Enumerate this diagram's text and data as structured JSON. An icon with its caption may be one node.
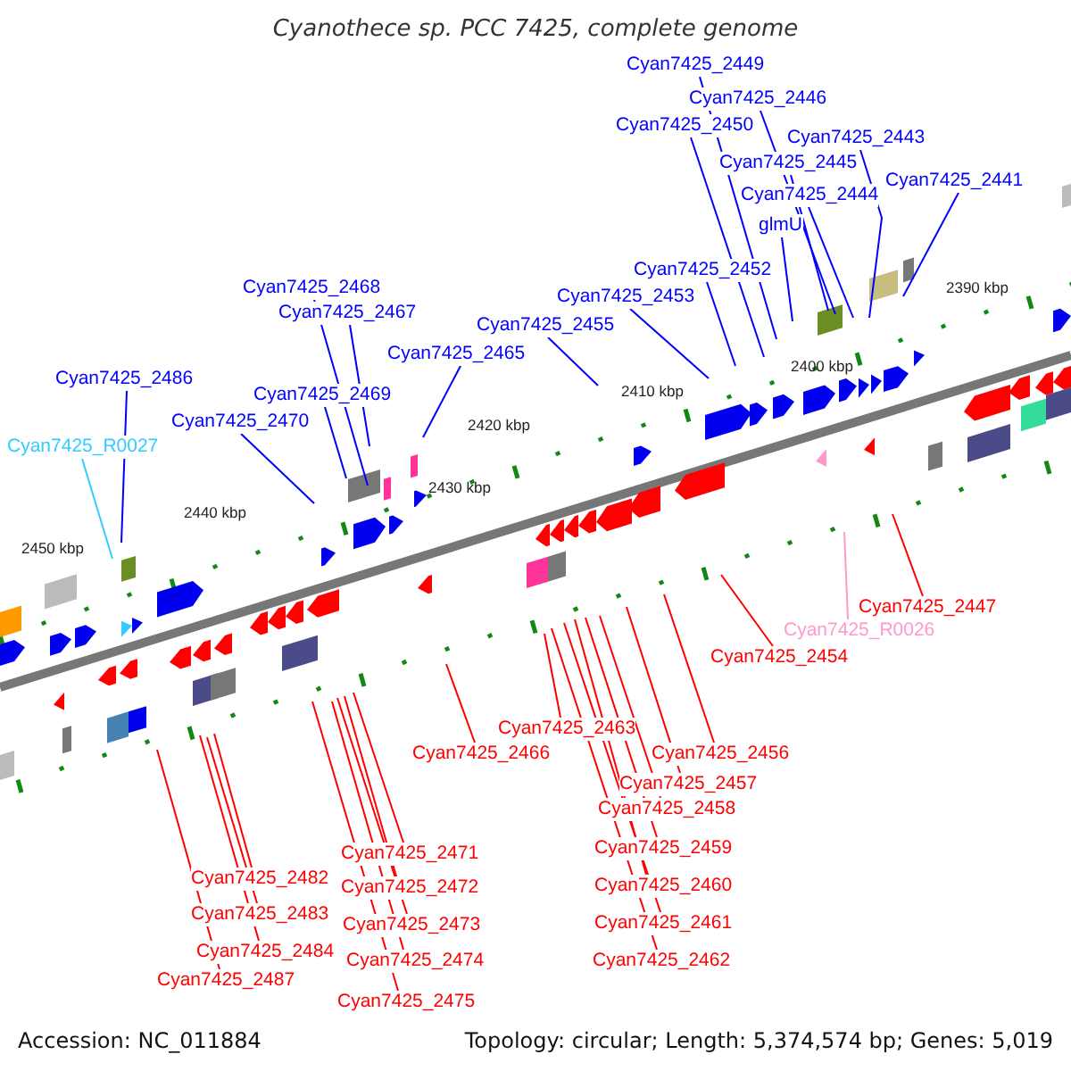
{
  "diagram": {
    "title": "Cyanothece sp. PCC 7425, complete genome",
    "nodes": [
      {
        "text": [
          "Cyan7425_2449"
        ]
      },
      {
        "text": [
          "Cyan7425_2446"
        ]
      },
      {
        "text": [
          "Cyan7425_2450"
        ]
      },
      {
        "text": [
          "Cyan7425_2443"
        ]
      },
      {
        "text": [
          "Cyan7425_2445"
        ]
      },
      {
        "text": [
          "Cyan7425_2441"
        ]
      },
      {
        "text": [
          "Cyan7425_2444"
        ]
      },
      {
        "text": [
          "glmU"
        ]
      },
      {
        "text": [
          "Cyan7425_2452"
        ]
      },
      {
        "text": [
          "Cyan7425_2468"
        ]
      },
      {
        "text": [
          "Cyan7425_2453"
        ]
      },
      {
        "text": [
          "Cyan7425_2467"
        ]
      },
      {
        "text": [
          "Cyan7425_2455"
        ]
      },
      {
        "text": [
          "Cyan7425_2465"
        ]
      },
      {
        "text": [
          "Cyan7425_2486"
        ]
      },
      {
        "text": [
          "Cyan7425_2469"
        ]
      },
      {
        "text": [
          "Cyan7425_2470"
        ]
      },
      {
        "text": [
          "Cyan7425_R0027"
        ]
      },
      {
        "text": [
          "Cyan7425_2447"
        ]
      },
      {
        "text": [
          "Cyan7425_R0026"
        ]
      },
      {
        "text": [
          "Cyan7425_2454"
        ]
      },
      {
        "text": [
          "Cyan7425_2463"
        ]
      },
      {
        "text": [
          "Cyan7425_2466"
        ]
      },
      {
        "text": [
          "Cyan7425_2456"
        ]
      },
      {
        "text": [
          "Cyan7425_2457"
        ]
      },
      {
        "text": [
          "Cyan7425_2458"
        ]
      },
      {
        "text": [
          "Cyan7425_2459"
        ]
      },
      {
        "text": [
          "Cyan7425_2471"
        ]
      },
      {
        "text": [
          "Cyan7425_2482"
        ]
      },
      {
        "text": [
          "Cyan7425_2460"
        ]
      },
      {
        "text": [
          "Cyan7425_2472"
        ]
      },
      {
        "text": [
          "Cyan7425_2483"
        ]
      },
      {
        "text": [
          "Cyan7425_2461"
        ]
      },
      {
        "text": [
          "Cyan7425_2473"
        ]
      },
      {
        "text": [
          "Cyan7425_2484"
        ]
      },
      {
        "text": [
          "Cyan7425_2474"
        ]
      },
      {
        "text": [
          "Cyan7425_2462"
        ]
      },
      {
        "text": [
          "Cyan7425_2487"
        ]
      },
      {
        "text": [
          "Cyan7425_2475"
        ]
      }
    ],
    "edges": [
      {
        "from": 0,
        "to": null,
        "arrow": "none",
        "color": "#0000ff"
      },
      {
        "from": 1,
        "to": null,
        "arrow": "none",
        "color": "#0000ff"
      },
      {
        "from": 2,
        "to": null,
        "arrow": "none",
        "color": "#0000ff"
      },
      {
        "from": 3,
        "to": null,
        "arrow": "none",
        "color": "#0000ff"
      },
      {
        "from": 4,
        "to": null,
        "arrow": "none",
        "color": "#0000ff"
      },
      {
        "from": 5,
        "to": null,
        "arrow": "none",
        "color": "#0000ff"
      },
      {
        "from": 6,
        "to": null,
        "arrow": "none",
        "color": "#0000ff"
      },
      {
        "from": 7,
        "to": null,
        "arrow": "none",
        "color": "#0000ff"
      },
      {
        "from": 8,
        "to": null,
        "arrow": "none",
        "color": "#0000ff"
      },
      {
        "from": 9,
        "to": null,
        "arrow": "none",
        "color": "#0000ff"
      },
      {
        "from": 10,
        "to": null,
        "arrow": "none",
        "color": "#0000ff"
      },
      {
        "from": 11,
        "to": null,
        "arrow": "none",
        "color": "#0000ff"
      },
      {
        "from": 12,
        "to": null,
        "arrow": "none",
        "color": "#0000ff"
      },
      {
        "from": 13,
        "to": null,
        "arrow": "none",
        "color": "#0000ff"
      },
      {
        "from": 14,
        "to": null,
        "arrow": "none",
        "color": "#0000ff"
      },
      {
        "from": 15,
        "to": null,
        "arrow": "none",
        "color": "#0000ff"
      },
      {
        "from": 16,
        "to": null,
        "arrow": "none",
        "color": "#0000ff"
      },
      {
        "from": 17,
        "to": null,
        "arrow": "none",
        "color": "#33ccff"
      },
      {
        "from": 18,
        "to": null,
        "arrow": "none"
      },
      {
        "from": 19,
        "to": null,
        "arrow": "none",
        "color": "#ff99cc"
      },
      {
        "from": 20,
        "to": null,
        "arrow": "none"
      },
      {
        "from": 21,
        "to": null,
        "arrow": "none"
      },
      {
        "from": 22,
        "to": null,
        "arrow": "none"
      },
      {
        "from": 23,
        "to": null,
        "arrow": "none"
      },
      {
        "from": 24,
        "to": null,
        "arrow": "none"
      },
      {
        "from": 25,
        "to": null,
        "arrow": "none"
      },
      {
        "from": 26,
        "to": null,
        "arrow": "none"
      },
      {
        "from": 27,
        "to": null,
        "arrow": "none"
      },
      {
        "from": 28,
        "to": null,
        "arrow": "none"
      },
      {
        "from": 29,
        "to": null,
        "arrow": "none"
      },
      {
        "from": 30,
        "to": null,
        "arrow": "none"
      },
      {
        "from": 31,
        "to": null,
        "arrow": "none"
      },
      {
        "from": 32,
        "to": null,
        "arrow": "none"
      },
      {
        "from": 33,
        "to": null,
        "arrow": "none"
      },
      {
        "from": 34,
        "to": null,
        "arrow": "none"
      },
      {
        "from": 35,
        "to": null,
        "arrow": "none"
      },
      {
        "from": 36,
        "to": null,
        "arrow": "none"
      },
      {
        "from": 37,
        "to": null,
        "arrow": "none"
      },
      {
        "from": 38,
        "to": null,
        "arrow": "none"
      }
    ],
    "labels": [
      "2390 kbp",
      "2400 kbp",
      "2410 kbp",
      "2420 kbp",
      "2430 kbp",
      "2440 kbp",
      "2450 kbp",
      "Accession: NC_011884",
      "Topology: circular; Length: 5,374,574 bp; Genes: 5,019"
    ]
  }
}
